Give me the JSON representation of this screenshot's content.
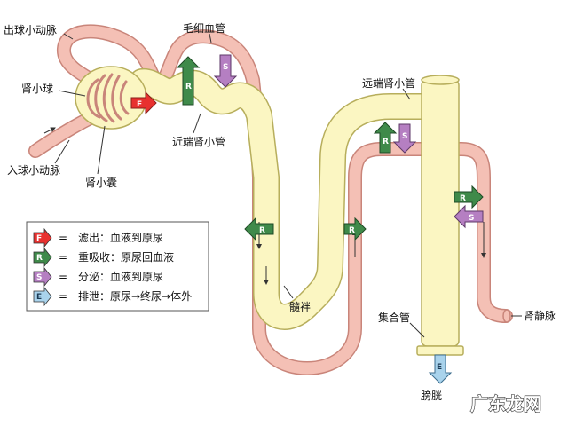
{
  "labels": {
    "efferent_arteriole": "出球小动脉",
    "capillary": "毛细血管",
    "glomerulus": "肾小球",
    "proximal_tubule": "近端肾小管",
    "afferent_arteriole": "入球小动脉",
    "bowman_capsule": "肾小囊",
    "distal_tubule": "远端肾小管",
    "loop_of_henle": "髓袢",
    "collecting_duct": "集合管",
    "renal_vein": "肾静脉",
    "bladder": "膀胱"
  },
  "arrow_letters": {
    "F": "F",
    "R": "R",
    "S": "S",
    "E": "E"
  },
  "legend": [
    {
      "letter": "F",
      "eq": "=",
      "text": "滤出：血液到原尿",
      "color": "#e8312f"
    },
    {
      "letter": "R",
      "eq": "=",
      "text": "重吸收：原尿回血液",
      "color": "#3f8a4a"
    },
    {
      "letter": "S",
      "eq": "=",
      "text": "分泌：血液到原尿",
      "color": "#b57fc2"
    },
    {
      "letter": "E",
      "eq": "=",
      "text": "排泄：原尿→终尿→体外",
      "color": "#a9d3ec"
    }
  ],
  "watermark": "广东龙网",
  "colors": {
    "vessel": "#f4c0b5",
    "vessel_edge": "#c9857a",
    "tubule": "#fbf6c2",
    "tubule_edge": "#b7ae5c"
  }
}
